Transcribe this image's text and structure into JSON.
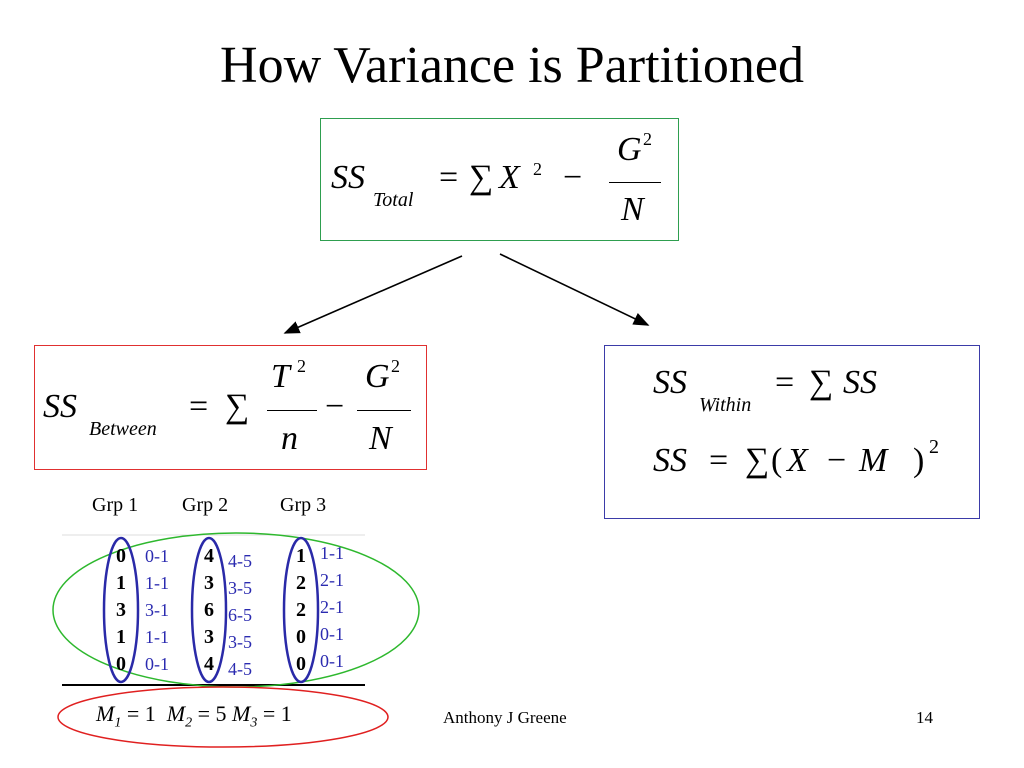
{
  "slide": {
    "title": "How Variance is Partitioned",
    "author": "Anthony J Greene",
    "page_number": "14"
  },
  "formulas": {
    "total": {
      "ss": "SS",
      "sub": "Total",
      "eq": "=",
      "sum": "∑",
      "x": "X",
      "exp": "2",
      "minus": "−",
      "num": "G",
      "num_exp": "2",
      "den": "N"
    },
    "between": {
      "ss": "SS",
      "sub": "Between",
      "eq": "=",
      "sum": "∑",
      "num1": "T",
      "num1_exp": "2",
      "den1": "n",
      "minus": "−",
      "num2": "G",
      "num2_exp": "2",
      "den2": "N"
    },
    "within": {
      "line1": {
        "ss": "SS",
        "sub": "Within",
        "eq": "=",
        "sum": "∑",
        "rhs": "SS"
      },
      "line2": {
        "lhs": "SS",
        "eq": "=",
        "sum": "∑",
        "open": "(",
        "x": "X",
        "minus": "−",
        "m": "M",
        "close": ")",
        "exp": "2"
      }
    }
  },
  "groups": [
    {
      "label": "Grp 1",
      "scores": [
        "0",
        "1",
        "3",
        "1",
        "0"
      ],
      "deviations": [
        "0-1",
        "1-1",
        "3-1",
        "1-1",
        "0-1"
      ]
    },
    {
      "label": "Grp 2",
      "scores": [
        "4",
        "3",
        "6",
        "3",
        "4"
      ],
      "deviations": [
        "4-5",
        "3-5",
        "6-5",
        "3-5",
        "4-5"
      ]
    },
    {
      "label": "Grp 3",
      "scores": [
        "1",
        "2",
        "2",
        "0",
        "0"
      ],
      "deviations": [
        "1-1",
        "2-1",
        "2-1",
        "0-1",
        "0-1"
      ]
    }
  ],
  "means": [
    {
      "m": "M",
      "sub": "1",
      "eq": "=",
      "val": "1"
    },
    {
      "m": "M",
      "sub": "2",
      "eq": "=",
      "val": "5"
    },
    {
      "m": "M",
      "sub": "3",
      "eq": "=",
      "val": "1"
    }
  ],
  "colors": {
    "total_box": "#2e9e4f",
    "between_box": "#e03030",
    "within_box": "#3b3ba8",
    "group_oval": "#2a2aa8",
    "scores_oval": "#2eb82e",
    "means_oval": "#e02020",
    "deviation_text": "#2b2bb0"
  }
}
